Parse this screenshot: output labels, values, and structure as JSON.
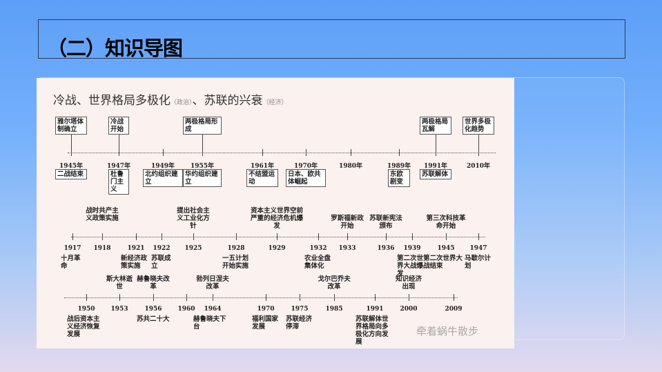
{
  "slide": {
    "title": "（二）知识导图"
  },
  "map": {
    "title": "冷战、世界格局多极化",
    "title_note1": "（政治）",
    "sep": "、",
    "title2": "苏联的兴衰",
    "title_note2": "（经济）",
    "watermark": "牵着蜗牛散步",
    "rows": [
      [
        {
          "year": "1945年",
          "above": "雅尔塔体制确立",
          "below": "二战结束"
        },
        {
          "year": "1947年",
          "above": "冷战开始",
          "below": "杜鲁门主义"
        },
        {
          "year": "1949年",
          "above": "",
          "below": "北约组织建立"
        },
        {
          "year": "1955年",
          "above": "两极格局形成",
          "below": "华约组织建立"
        },
        {
          "year": "1961年",
          "above": "",
          "below": "不结盟运动"
        },
        {
          "year": "1970年",
          "above": "",
          "below": "日本、欧共体崛起"
        },
        {
          "year": "1980年",
          "above": "",
          "below": ""
        },
        {
          "year": "1989年",
          "above": "",
          "below": "东欧剧变"
        },
        {
          "year": "1991年",
          "above": "两极格局瓦解",
          "below": "苏联解体"
        },
        {
          "year": "2010年",
          "above": "世界多极化趋势",
          "below": ""
        }
      ],
      [
        {
          "year": "1917",
          "above": "",
          "below": "十月革命"
        },
        {
          "year": "1918",
          "above": "战时共产主义政策实施",
          "below": ""
        },
        {
          "year": "1921",
          "above": "",
          "below": "新经济政策实施"
        },
        {
          "year": "1922",
          "above": "",
          "below": "苏联成立"
        },
        {
          "year": "1925",
          "above": "提出社会主义工业化方针",
          "below": ""
        },
        {
          "year": "1928",
          "above": "",
          "below": "一五计划开始实施"
        },
        {
          "year": "1929",
          "above": "资本主义世界空前严重的经济危机爆发",
          "below": ""
        },
        {
          "year": "1932",
          "above": "",
          "below": "农业全盘集体化"
        },
        {
          "year": "1933",
          "above": "罗斯福新政开始",
          "below": ""
        },
        {
          "year": "1936",
          "above": "苏联新宪法颁布",
          "below": ""
        },
        {
          "year": "1939",
          "above": "",
          "below": "第二次世界大战爆发"
        },
        {
          "year": "1945",
          "above": "第三次科技革命开始",
          "below": "第二次世界大战结束"
        },
        {
          "year": "1947",
          "above": "",
          "below": "马歇尔计划"
        }
      ],
      [
        {
          "year": "1950",
          "above": "",
          "below": "战后资本主义经济恢复发展"
        },
        {
          "year": "1953",
          "above": "斯大林逝世",
          "below": ""
        },
        {
          "year": "1956",
          "above": "赫鲁晓夫改革",
          "below": "苏共二十大"
        },
        {
          "year": "1960",
          "above": "",
          "below": ""
        },
        {
          "year": "1964",
          "above": "勃列日涅夫改革",
          "below": "赫鲁晓夫下台"
        },
        {
          "year": "1970",
          "above": "",
          "below": "福利国家发展"
        },
        {
          "year": "1975",
          "above": "",
          "below": "苏联经济停滞"
        },
        {
          "year": "1985",
          "above": "戈尔巴乔夫改革",
          "below": ""
        },
        {
          "year": "1991",
          "above": "",
          "below": "苏联解体世界格局向多极化方向发展"
        },
        {
          "year": "2000",
          "above": "知识经济出现",
          "below": ""
        },
        {
          "year": "2009",
          "above": "",
          "below": ""
        }
      ]
    ]
  }
}
